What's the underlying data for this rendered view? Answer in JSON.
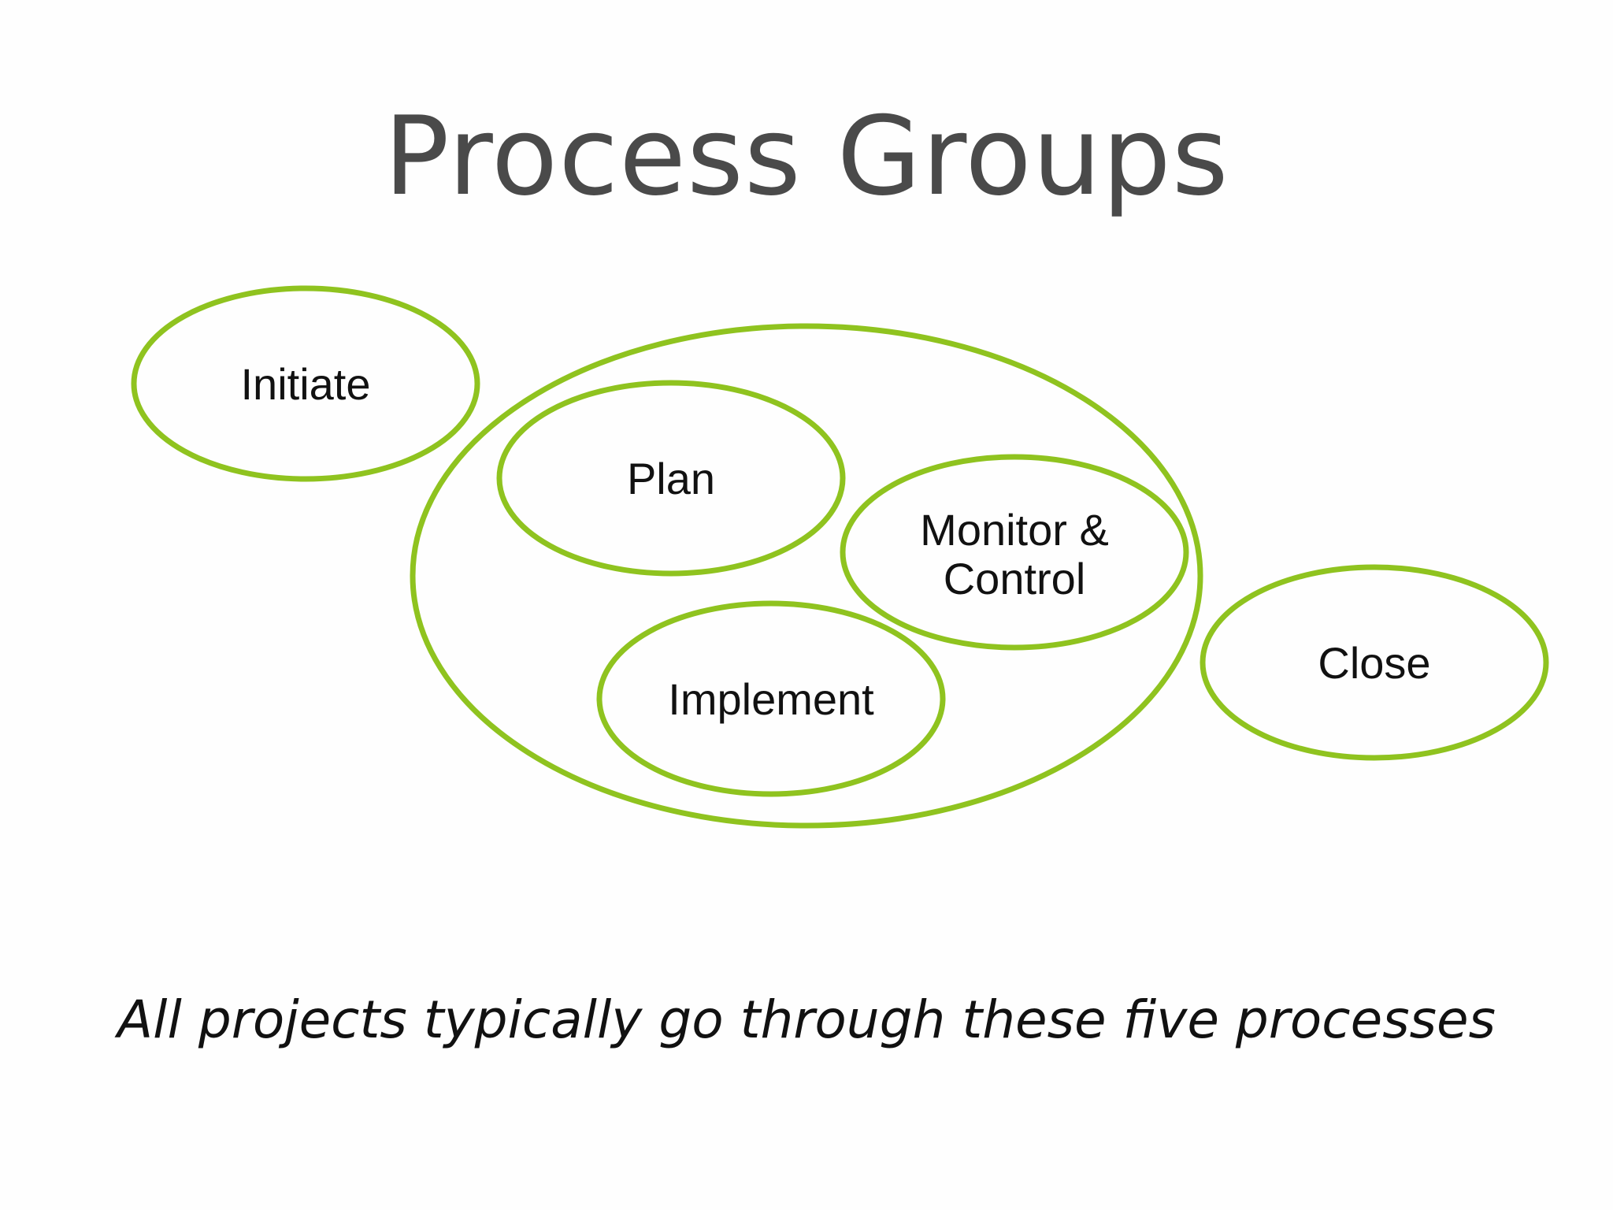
{
  "title": "Process Groups",
  "accent_color": "#8fc31f",
  "groups": [
    {
      "id": "initiate",
      "label": "Initiate"
    },
    {
      "id": "executing-controlling",
      "label": ""
    },
    {
      "id": "plan",
      "label": "Plan"
    },
    {
      "id": "monitor-control",
      "label_line1": "Monitor &",
      "label_line2": "Control"
    },
    {
      "id": "implement",
      "label": "Implement"
    },
    {
      "id": "close",
      "label": "Close"
    }
  ],
  "caption": "All projects typically go through these five processes"
}
